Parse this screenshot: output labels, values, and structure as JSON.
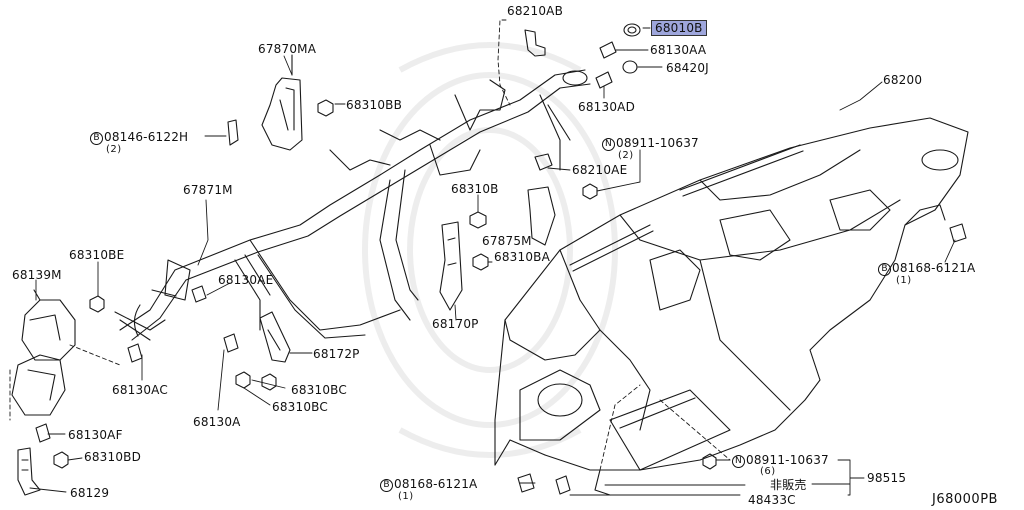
{
  "diagram_code": "J68000PB",
  "parts": {
    "p68210AB": "68210AB",
    "p68010B": "68010B",
    "p68130AA": "68130AA",
    "p68420J": "68420J",
    "p68130AD": "68130AD",
    "p67870MA": "67870MA",
    "p68310BB": "68310BB",
    "p68200": "68200",
    "p08146": "08146-6122H",
    "p08146_qty": "(2)",
    "p08911a": "08911-10637",
    "p08911a_qty": "(2)",
    "p68210AE": "68210AE",
    "p67871M": "67871M",
    "p68310B": "68310B",
    "p67875M": "67875M",
    "p68310BE": "68310BE",
    "p68310BA": "68310BA",
    "p08168a": "08168-6121A",
    "p08168a_qty": "(1)",
    "p68139M": "68139M",
    "p68130AE": "68130AE",
    "p68170P": "68170P",
    "p68172P": "68172P",
    "p68130AC": "68130AC",
    "p68310BC_1": "68310BC",
    "p68310BC_2": "68310BC",
    "p68130A": "68130A",
    "p68130AF": "68130AF",
    "p68310BD": "68310BD",
    "p08911b": "08911-10637",
    "p08911b_qty": "(6)",
    "p98515": "98515",
    "p_nonsale": "非販売",
    "p68129": "68129",
    "p08168b": "08168-6121A",
    "p08168b_qty": "(1)",
    "p48433C": "48433C"
  },
  "prefix": {
    "bolt": "B",
    "nut": "N"
  },
  "colors": {
    "highlight": "#9ea6dc",
    "line": "#1a1a1a"
  }
}
